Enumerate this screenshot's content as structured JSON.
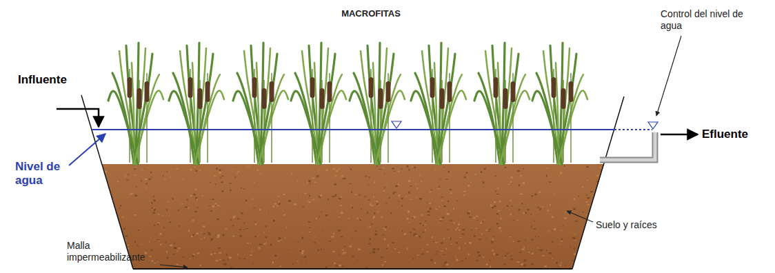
{
  "diagram": {
    "title": "MACROFITAS",
    "labels": [
      "Influente",
      "Nivel de agua",
      "Control del nivel de agua",
      "Efluente",
      "Suelo y raíces",
      "Malla impermeabilizante"
    ]
  }
}
